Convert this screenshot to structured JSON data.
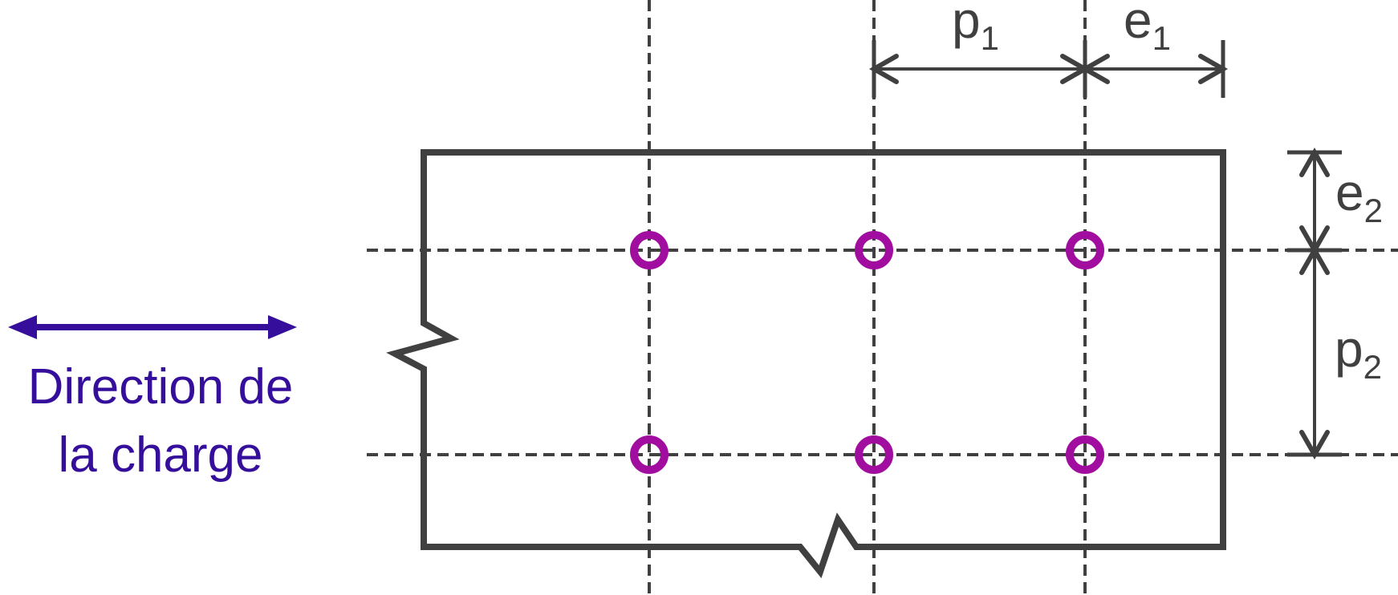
{
  "colors": {
    "line": "#404040",
    "bolt": "#A10D9F",
    "accent": "#350F9B",
    "background": "#FFFFFF"
  },
  "load_direction": {
    "line1": "Direction de",
    "line2": "la charge"
  },
  "dim_labels": {
    "p1": {
      "base": "p",
      "sub": "1"
    },
    "e1": {
      "base": "e",
      "sub": "1"
    },
    "e2": {
      "base": "e",
      "sub": "2"
    },
    "p2": {
      "base": "p",
      "sub": "2"
    }
  },
  "bolt_grid": {
    "rows": 2,
    "columns": 3
  }
}
